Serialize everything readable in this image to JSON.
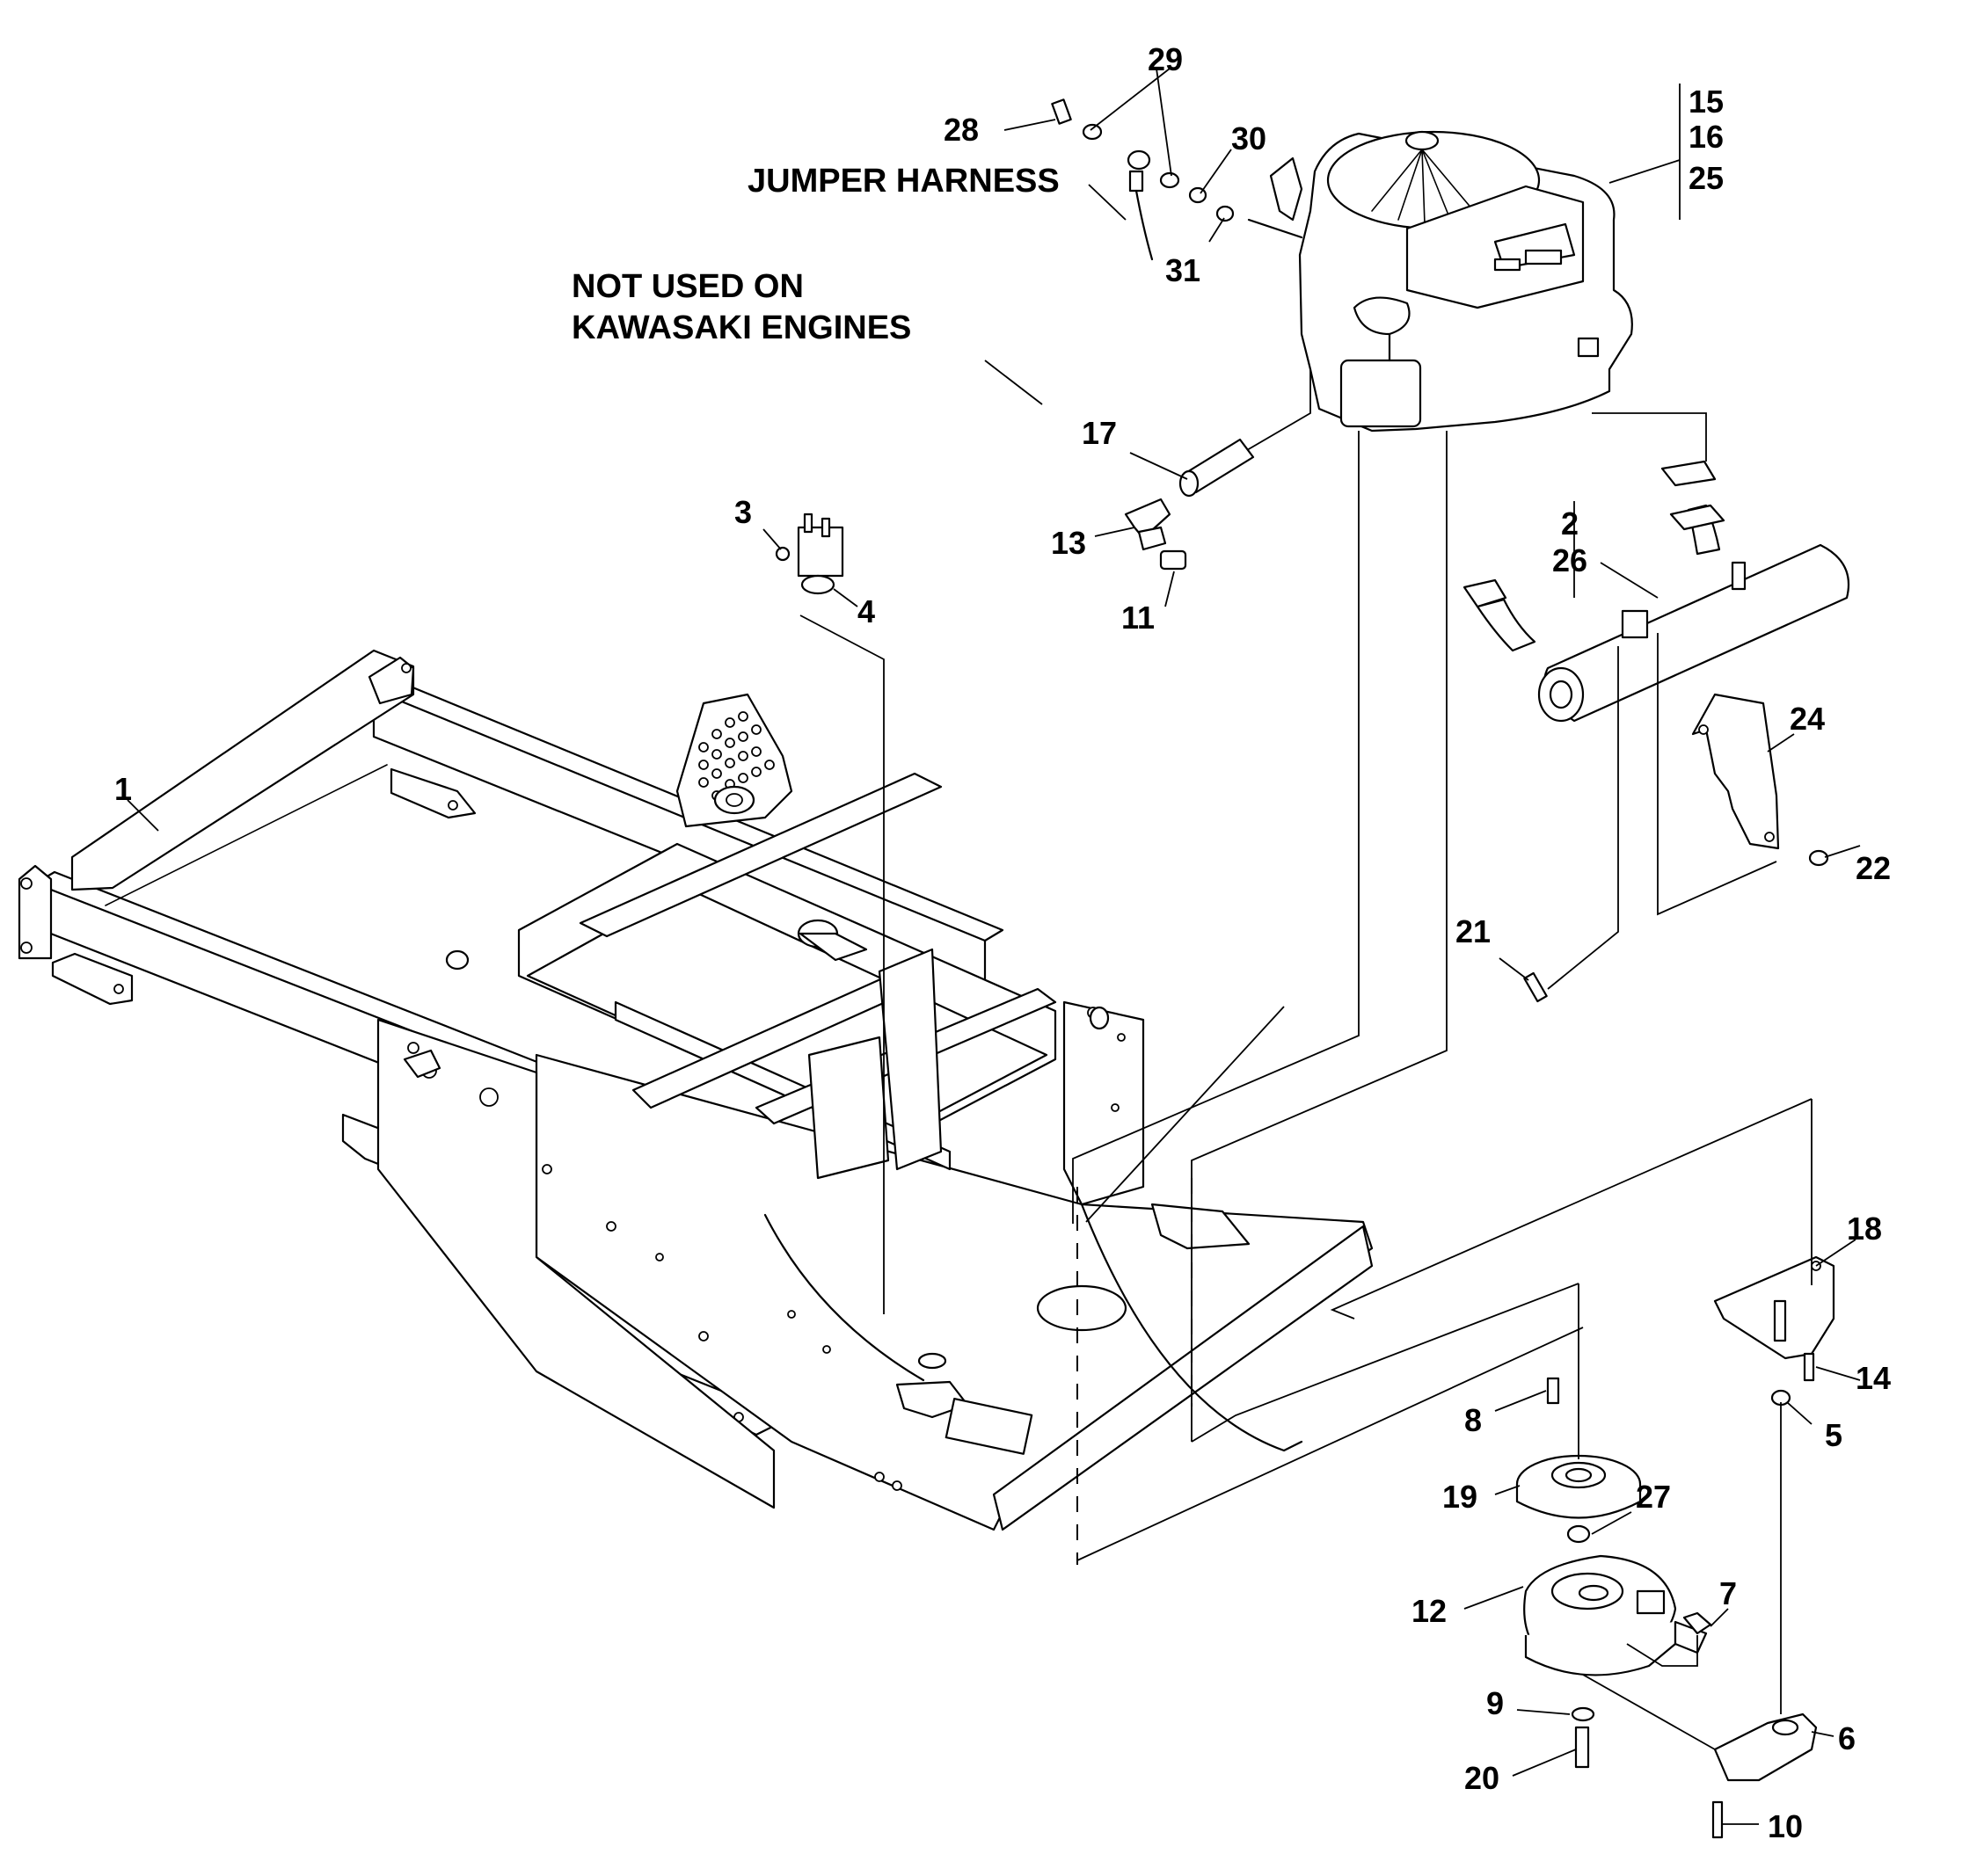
{
  "notes": {
    "jumper_harness": "JUMPER HARNESS",
    "not_used_line1": "NOT USED ON",
    "not_used_line2": "KAWASAKI ENGINES"
  },
  "callouts": {
    "c1": "1",
    "c2": "2",
    "c3": "3",
    "c4": "4",
    "c5": "5",
    "c6": "6",
    "c7": "7",
    "c8": "8",
    "c9": "9",
    "c10": "10",
    "c11": "11",
    "c12": "12",
    "c13": "13",
    "c14": "14",
    "c15": "15",
    "c16": "16",
    "c17": "17",
    "c18": "18",
    "c19": "19",
    "c20": "20",
    "c21": "21",
    "c22": "22",
    "c24": "24",
    "c25": "25",
    "c26": "26",
    "c27": "27",
    "c28": "28",
    "c29": "29",
    "c30": "30",
    "c31": "31"
  }
}
